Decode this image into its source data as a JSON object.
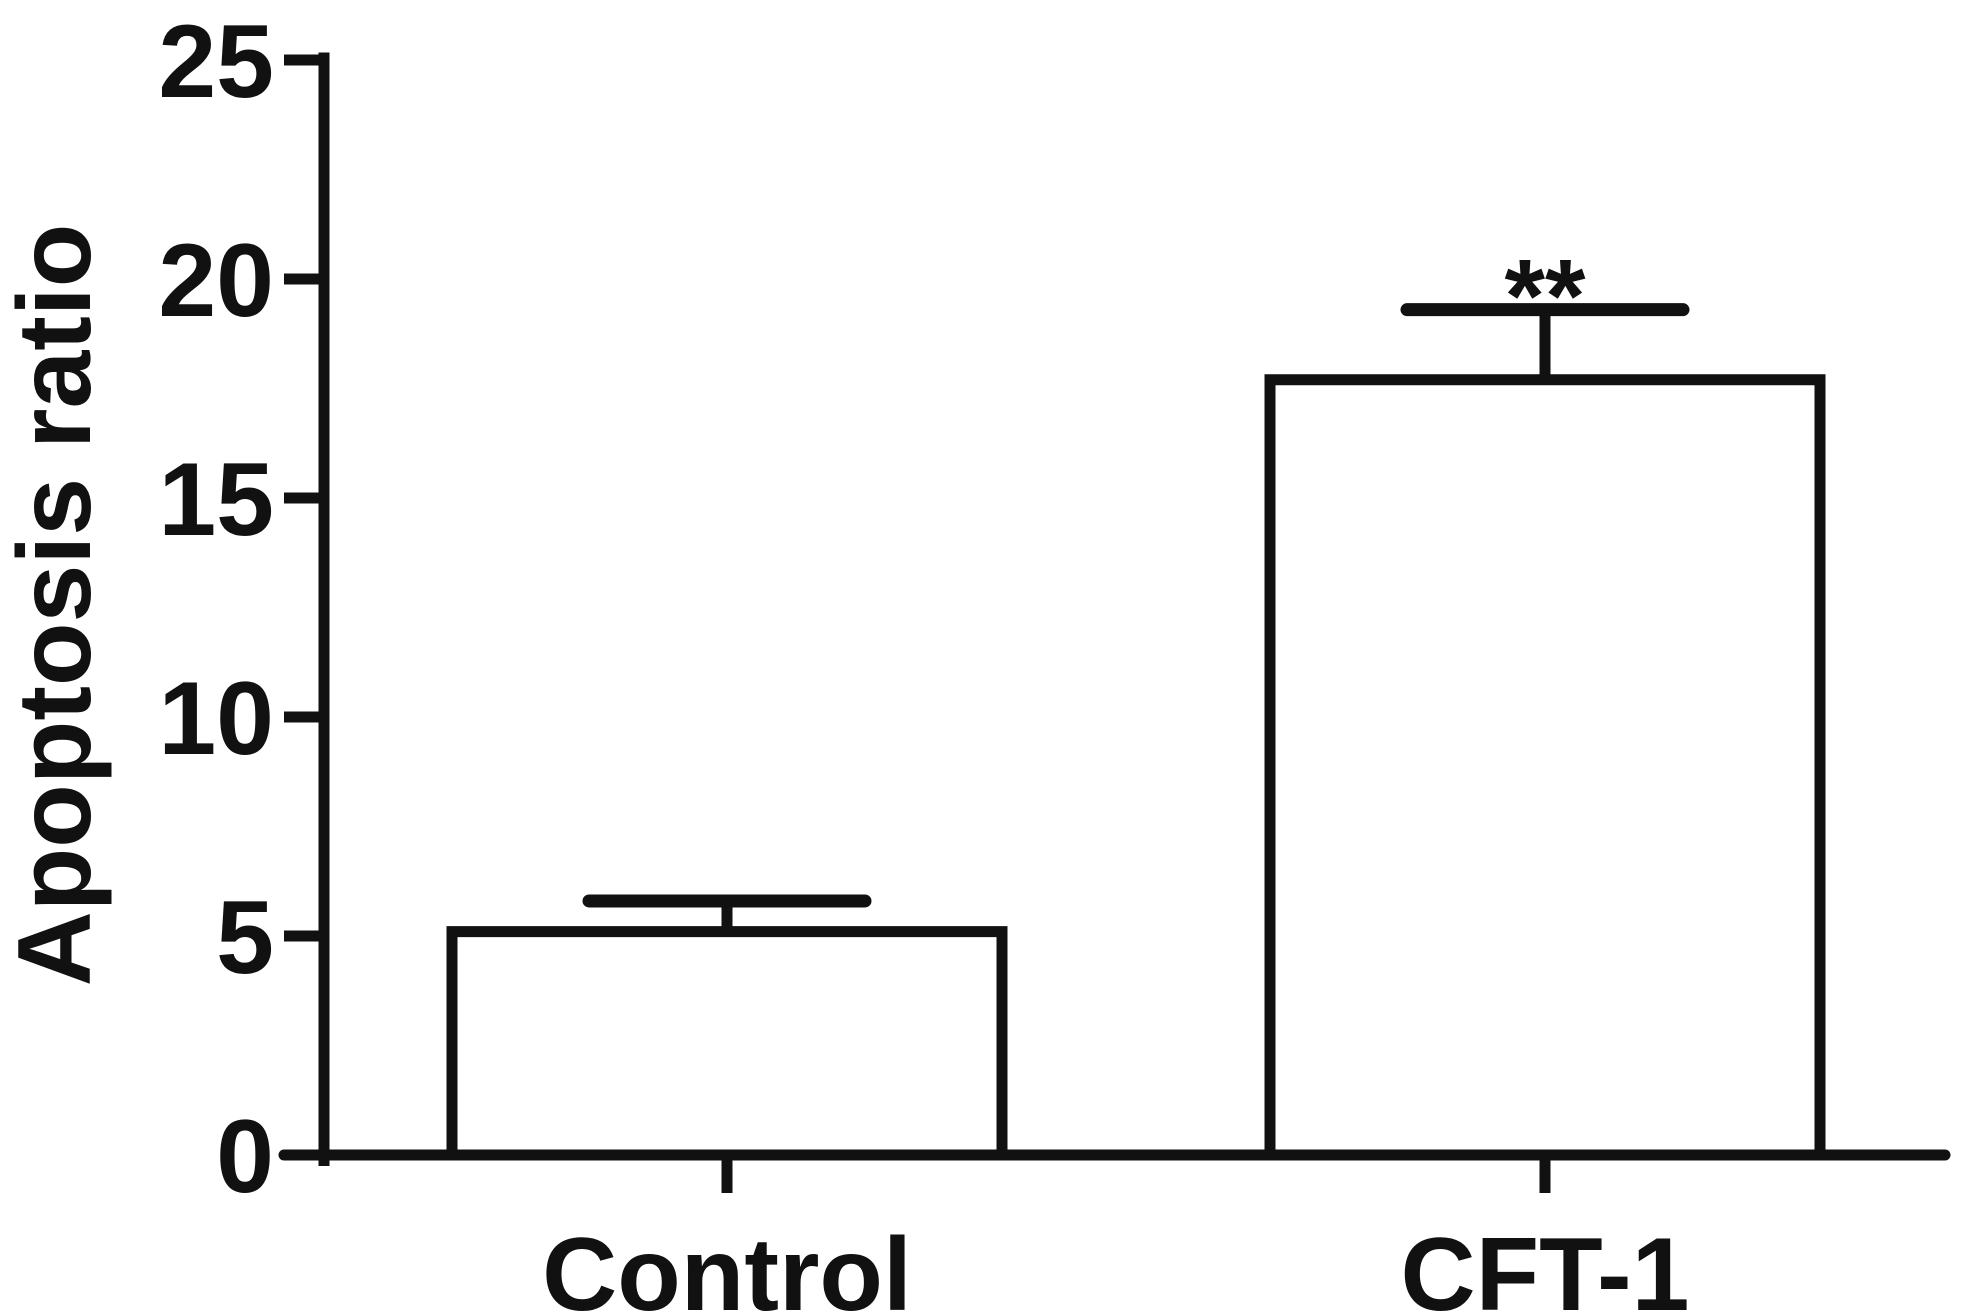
{
  "chart_data": {
    "type": "bar",
    "title": "",
    "xlabel": "",
    "ylabel": "Apoptosis ratio",
    "categories": [
      "Control",
      "CFT-1"
    ],
    "values": [
      5.1,
      17.7
    ],
    "error": [
      0.7,
      1.6
    ],
    "significance": [
      "",
      "**"
    ],
    "ylim": [
      0,
      25
    ],
    "yticks": [
      "0",
      "5",
      "10",
      "15",
      "20",
      "25"
    ],
    "grid": false,
    "legend": "none",
    "colors": {
      "bar_fill": "#ffffff",
      "stroke": "#111111"
    }
  }
}
